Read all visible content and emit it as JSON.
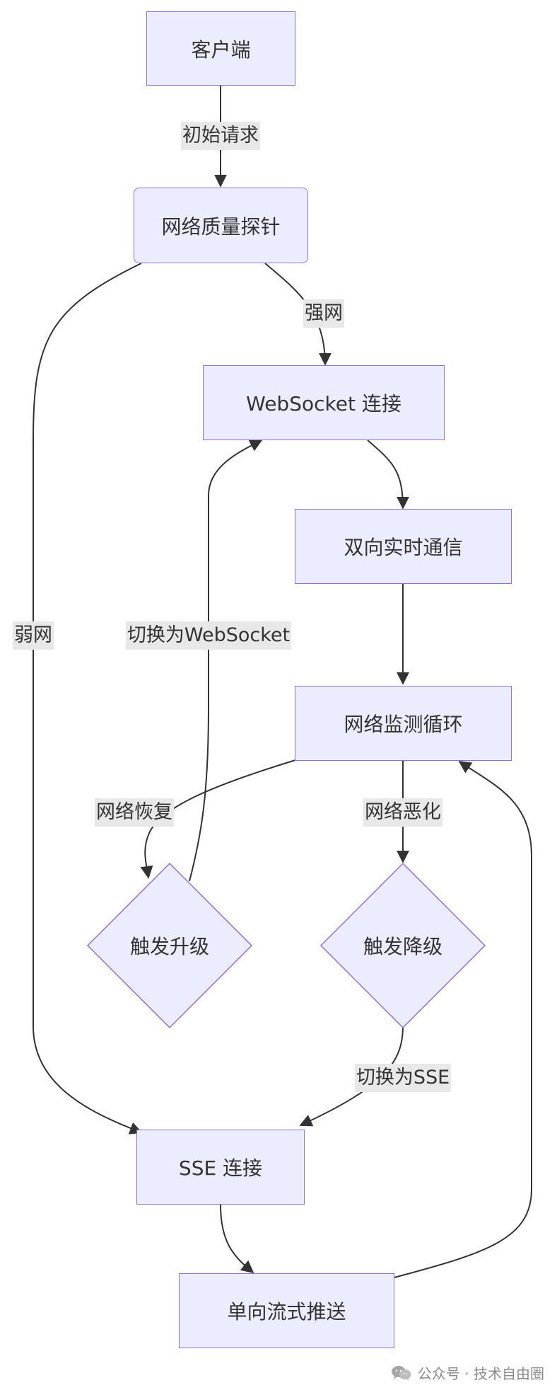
{
  "nodes": {
    "client": "客户端",
    "probe": "网络质量探针",
    "websocket": "WebSocket 连接",
    "duplex": "双向实时通信",
    "monitor": "网络监测循环",
    "upgrade": "触发升级",
    "downgrade": "触发降级",
    "sse": "SSE 连接",
    "stream": "单向流式推送"
  },
  "edges": {
    "initial_request": "初始请求",
    "strong_network": "强网",
    "weak_network": "弱网",
    "switch_to_websocket": "切换为WebSocket",
    "network_recovered": "网络恢复",
    "network_degraded": "网络恶化",
    "switch_to_sse": "切换为SSE"
  },
  "watermark": {
    "text": "公众号 · 技术自由圈",
    "icon": "wechat-icon"
  },
  "colors": {
    "node_fill": "#ECECFF",
    "node_border": "#9370DB",
    "edge": "#333333",
    "edge_label_bg": "#E8E8E8"
  }
}
